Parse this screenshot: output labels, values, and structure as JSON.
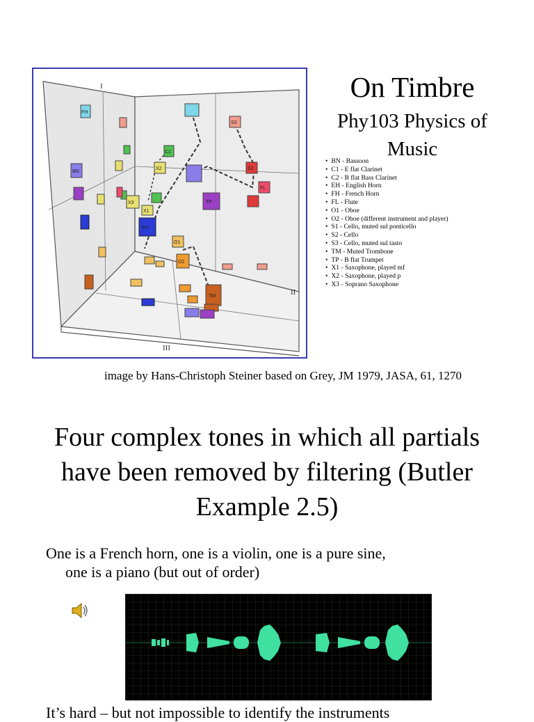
{
  "title": "On Timbre",
  "subtitle": "Phy103 Physics of Music",
  "figure": {
    "axis_labels": [
      "I",
      "II",
      "III"
    ],
    "cubes": [
      {
        "label": "FH",
        "color": "#7fd6e8"
      },
      {
        "label": "S3",
        "color": "#f29c8c"
      },
      {
        "label": "BN",
        "color": "#8a7de8"
      },
      {
        "label": "C1",
        "color": "#4fc24f"
      },
      {
        "label": "X2",
        "color": "#e8e070"
      },
      {
        "label": "X3",
        "color": "#e8e070"
      },
      {
        "label": "X1",
        "color": "#e8e070"
      },
      {
        "label": "EH",
        "color": "#2b3bd6"
      },
      {
        "label": "TP",
        "color": "#9b3fc4"
      },
      {
        "label": "S2",
        "color": "#e03a3a"
      },
      {
        "label": "FL",
        "color": "#ee4a6a"
      },
      {
        "label": "O1",
        "color": "#f0c060"
      },
      {
        "label": "O2",
        "color": "#f09a30"
      },
      {
        "label": "TM",
        "color": "#c86020"
      }
    ]
  },
  "legend": [
    "BN - Bassoon",
    "C1 - E flat Clarinet",
    "C2 - B flat Bass Clarinet",
    "EH - English Horn",
    "FH - French Horn",
    "FL - Flute",
    "O1 - Oboe",
    "O2 - Oboe (different instrument and player)",
    "S1 - Cello, muted sul ponticello",
    "S2 - Cello",
    "S3 - Cello, muted sul tasto",
    "TM - Muted Trombone",
    "TP - B flat Trumpet",
    "X1 - Saxophone, played mf",
    "X2 - Saxophone, played p",
    "X3 - Soprano Saxophone"
  ],
  "credit": "image by Hans-Christoph Steiner based on Grey, JM 1979, JASA, 61, 1270",
  "heading": "Four complex tones in which all partials have been removed by filtering (Butler Example 2.5)",
  "body": {
    "line1": "One is a French horn, one is a violin, one is a pure sine,",
    "line2": "one is a piano  (but out of order)"
  },
  "audio": {
    "icon": "speaker-icon",
    "wave_color": "#3fe0a0"
  },
  "bottom_text": "It’s hard – but not impossible to identify the instruments"
}
